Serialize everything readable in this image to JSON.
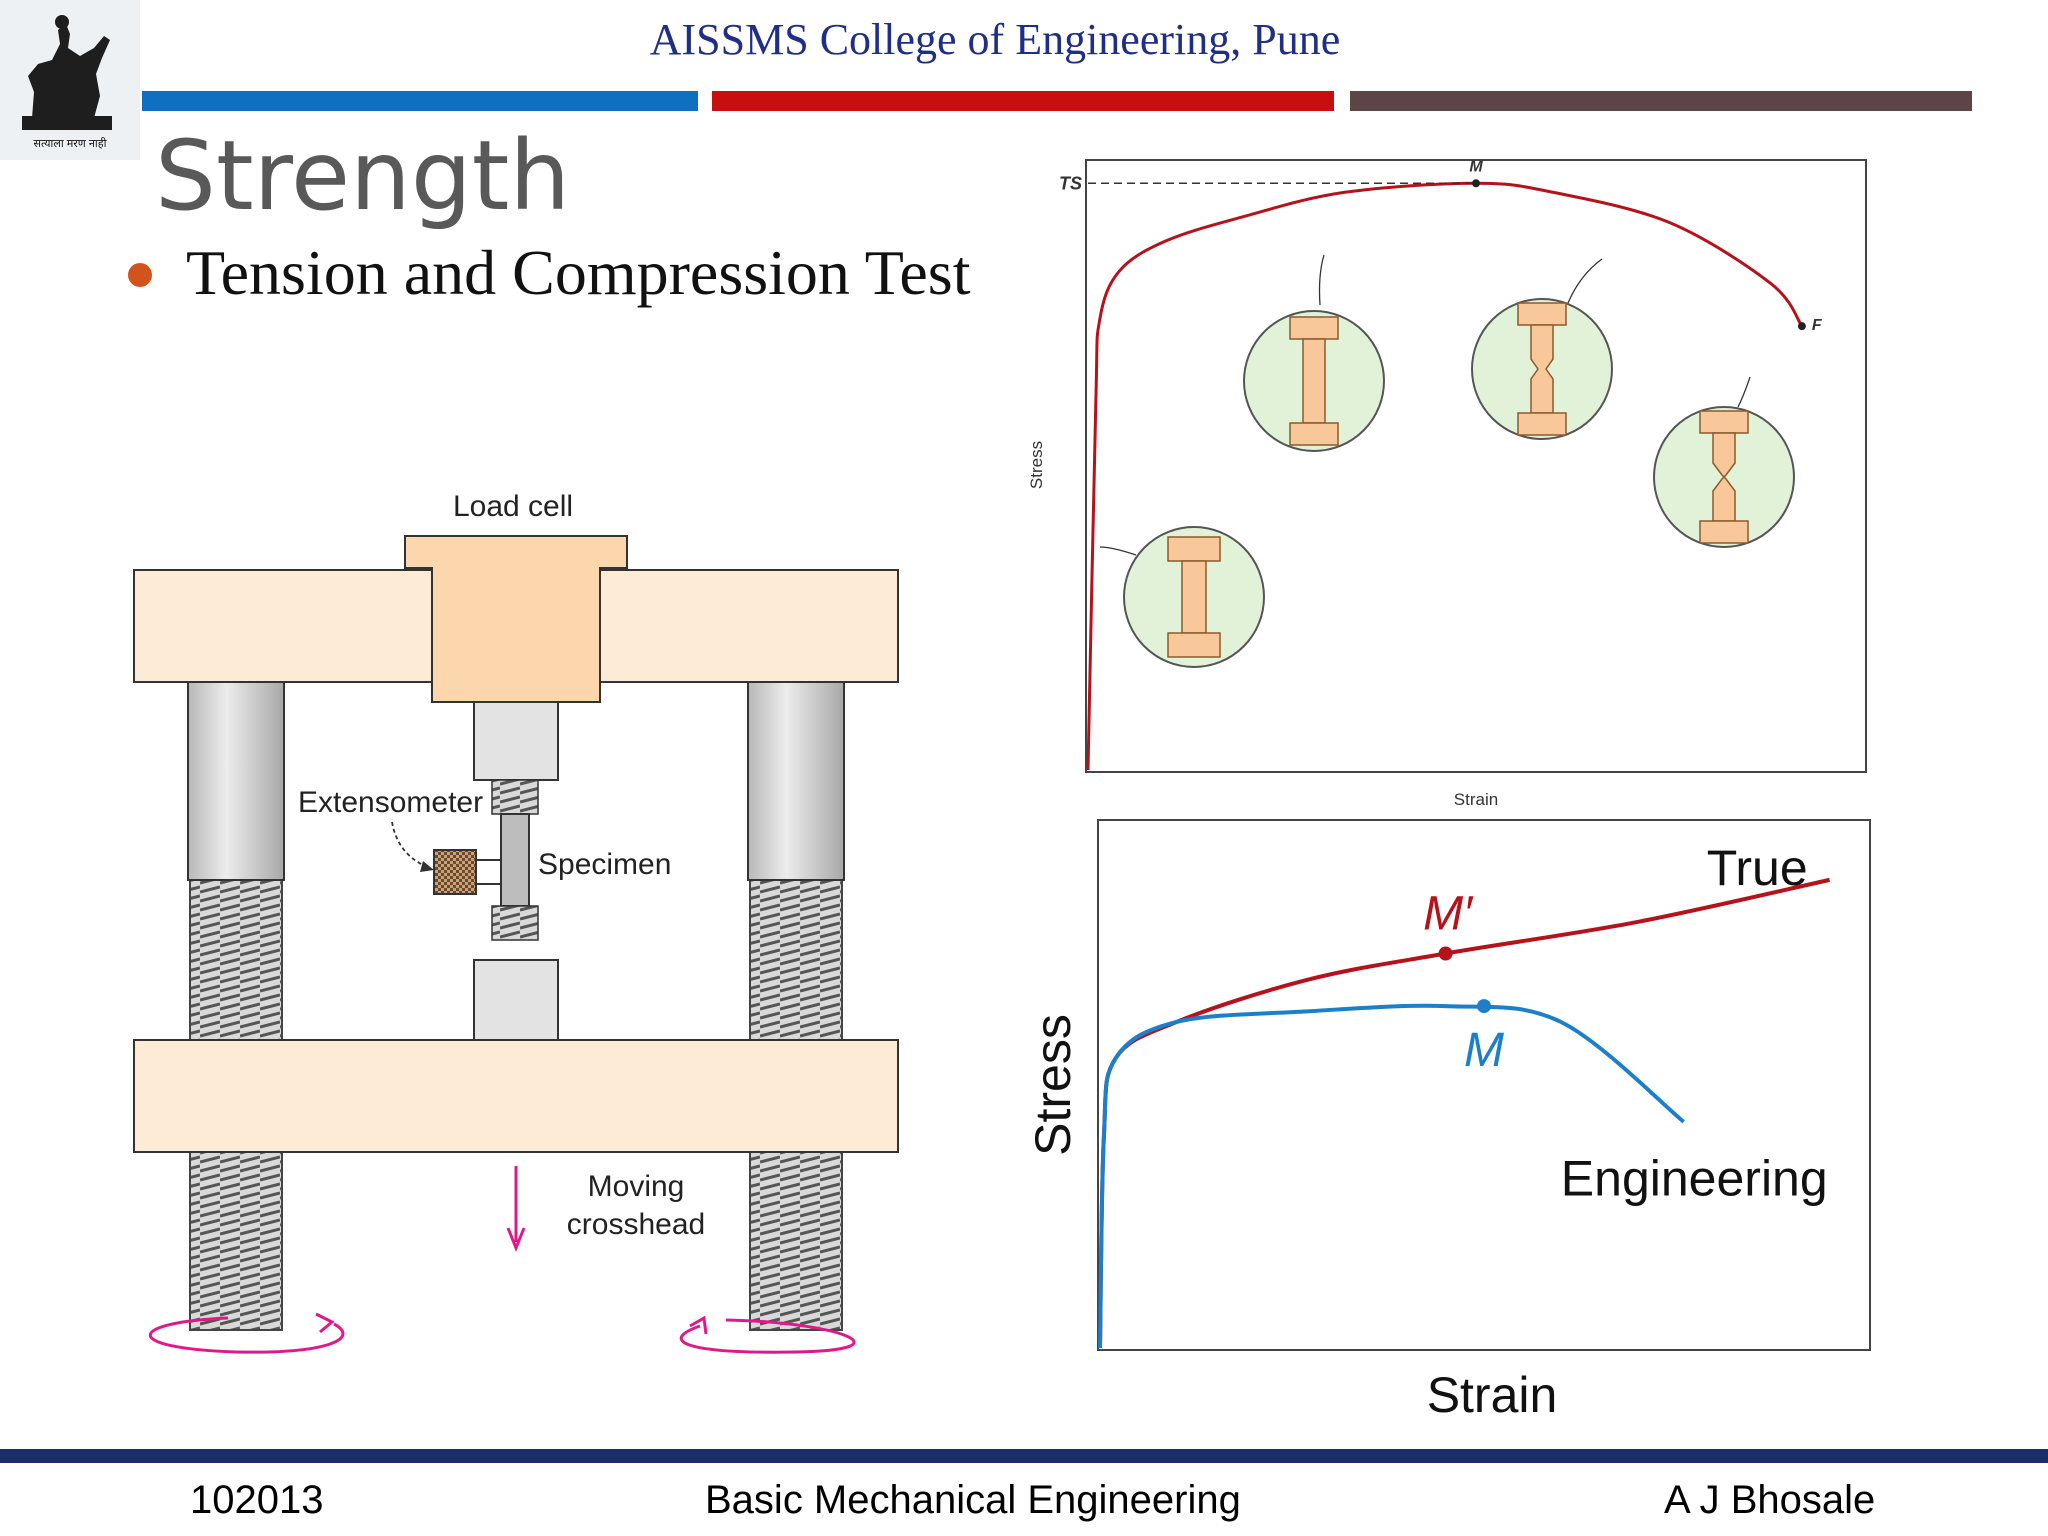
{
  "header": {
    "college_name": "AISSMS College of Engineering, Pune",
    "logo_motto": "सत्याला मरण नाही",
    "bar_colors": [
      "#0f6fc2",
      "#c80e0e",
      "#5e4545"
    ]
  },
  "slide": {
    "title": "Strength",
    "bullet": "Tension and Compression Test"
  },
  "machine_diagram": {
    "load_cell_label": "Load cell",
    "extensometer_label": "Extensometer",
    "specimen_label": "Specimen",
    "crosshead_label_line1": "Moving",
    "crosshead_label_line2": "crosshead"
  },
  "chart_data": [
    {
      "type": "line",
      "xlabel": "Strain",
      "ylabel": "Stress",
      "annotations": [
        "TS",
        "M",
        "F"
      ],
      "series": [
        {
          "values": [
            [
              0,
              0
            ],
            [
              0.01,
              0.6
            ],
            [
              0.015,
              0.74
            ],
            [
              0.04,
              0.82
            ],
            [
              0.1,
              0.87
            ],
            [
              0.2,
              0.91
            ],
            [
              0.33,
              0.95
            ],
            [
              0.5,
              0.965
            ],
            [
              0.6,
              0.95
            ],
            [
              0.75,
              0.9
            ],
            [
              0.88,
              0.8
            ],
            [
              0.92,
              0.73
            ]
          ]
        }
      ],
      "points": {
        "TS": 0.965,
        "M": [
          0.5,
          0.965
        ],
        "F": [
          0.92,
          0.73
        ]
      }
    },
    {
      "type": "line",
      "xlabel": "Strain",
      "ylabel": "Stress",
      "series": [
        {
          "name": "True",
          "values": [
            [
              0,
              0
            ],
            [
              0.005,
              0.4
            ],
            [
              0.02,
              0.55
            ],
            [
              0.1,
              0.62
            ],
            [
              0.27,
              0.7
            ],
            [
              0.45,
              0.75
            ],
            [
              0.7,
              0.81
            ],
            [
              0.95,
              0.89
            ]
          ]
        },
        {
          "name": "Engineering",
          "values": [
            [
              0,
              0
            ],
            [
              0.005,
              0.4
            ],
            [
              0.02,
              0.55
            ],
            [
              0.1,
              0.62
            ],
            [
              0.27,
              0.64
            ],
            [
              0.45,
              0.65
            ],
            [
              0.6,
              0.62
            ],
            [
              0.76,
              0.43
            ]
          ]
        }
      ],
      "markers": [
        {
          "label": "M′",
          "x": 0.45,
          "y": 0.75
        },
        {
          "label": "M",
          "x": 0.5,
          "y": 0.65
        }
      ]
    }
  ],
  "footer": {
    "code": "102013",
    "course": "Basic Mechanical Engineering",
    "author": "A J Bhosale"
  }
}
